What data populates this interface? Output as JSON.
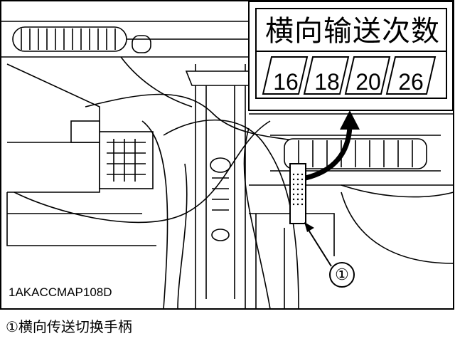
{
  "panel": {
    "title": "横向输送次数",
    "options": [
      "16",
      "18",
      "20",
      "26"
    ]
  },
  "figure_code": "1AKACCMAP108D",
  "callout": {
    "number": "①"
  },
  "caption": "①横向传送切换手柄"
}
